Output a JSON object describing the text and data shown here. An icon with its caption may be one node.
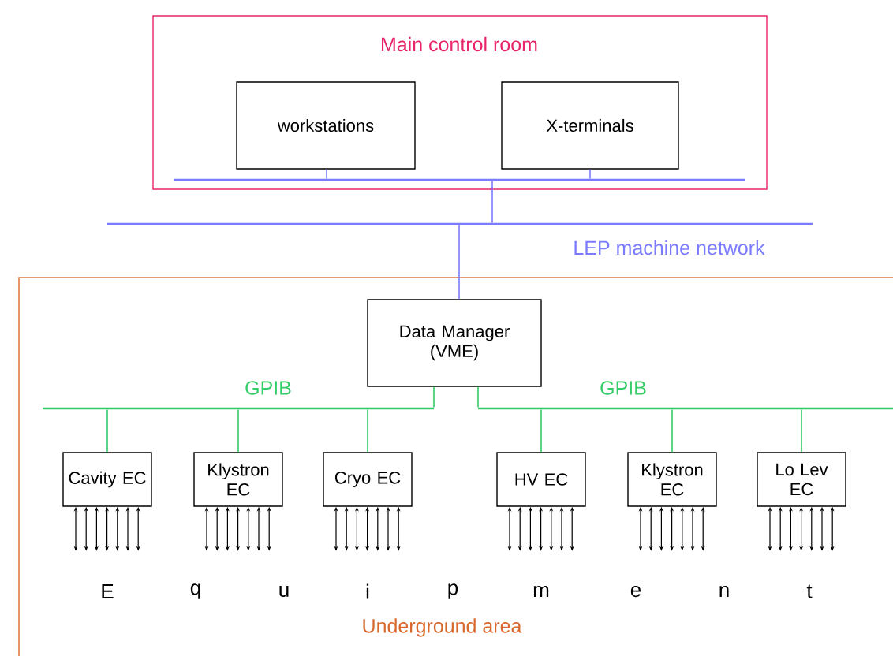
{
  "diagram": {
    "nodes": [
      {
        "text": [
          "Main control room"
        ]
      },
      {
        "text": [
          "workstations"
        ],
        "in": 0
      },
      {
        "text": [
          "X-terminals"
        ],
        "in": 0
      },
      {
        "text": [],
        "shape": "bar",
        "in": 0
      },
      {
        "text": [
          "LEP machine network"
        ]
      },
      {
        "text": [
          "Underground area"
        ]
      },
      {
        "text": [
          "Data Manager (VME)"
        ],
        "in": 5
      },
      {
        "text": [
          "GPIB"
        ],
        "in": 5
      },
      {
        "text": [
          "GPIB"
        ],
        "in": 5
      },
      {
        "text": [
          "Cavity EC"
        ],
        "in": 5
      },
      {
        "text": [
          "Klystron EC"
        ],
        "in": 5
      },
      {
        "text": [
          "Cryo EC"
        ],
        "in": 5
      },
      {
        "text": [
          "HV EC"
        ],
        "in": 5
      },
      {
        "text": [
          "Klystron EC"
        ],
        "in": 5
      },
      {
        "text": [
          "Lo Lev EC"
        ],
        "in": 5
      }
    ],
    "edges": [
      {
        "from": 1,
        "to": 3,
        "arrow": "none",
        "color": "#7b7bff"
      },
      {
        "from": 2,
        "to": 3,
        "arrow": "none",
        "color": "#7b7bff"
      },
      {
        "from": 3,
        "to": 4,
        "arrow": "none",
        "color": "#7b7bff"
      },
      {
        "from": 4,
        "to": 6,
        "arrow": "none",
        "color": "#7b7bff"
      },
      {
        "from": 6,
        "to": 7,
        "arrow": "none",
        "color": "#33cc66"
      },
      {
        "from": 6,
        "to": 8,
        "arrow": "none",
        "color": "#33cc66"
      },
      {
        "from": 7,
        "to": 9,
        "arrow": "none",
        "color": "#33cc66"
      },
      {
        "from": 7,
        "to": 10,
        "arrow": "none",
        "color": "#33cc66"
      },
      {
        "from": 7,
        "to": 11,
        "arrow": "none",
        "color": "#33cc66"
      },
      {
        "from": 8,
        "to": 12,
        "arrow": "none",
        "color": "#33cc66"
      },
      {
        "from": 8,
        "to": 13,
        "arrow": "none",
        "color": "#33cc66"
      },
      {
        "from": 8,
        "to": 14,
        "arrow": "none",
        "color": "#33cc66"
      },
      {
        "from": 9,
        "to": null,
        "arrow": "both"
      },
      {
        "from": 9,
        "to": null,
        "arrow": "both"
      },
      {
        "from": 9,
        "to": null,
        "arrow": "both"
      },
      {
        "from": 9,
        "to": null,
        "arrow": "both"
      },
      {
        "from": 9,
        "to": null,
        "arrow": "both"
      },
      {
        "from": 9,
        "to": null,
        "arrow": "both"
      },
      {
        "from": 9,
        "to": null,
        "arrow": "both"
      },
      {
        "from": 10,
        "to": null,
        "arrow": "both"
      },
      {
        "from": 10,
        "to": null,
        "arrow": "both"
      },
      {
        "from": 10,
        "to": null,
        "arrow": "both"
      },
      {
        "from": 10,
        "to": null,
        "arrow": "both"
      },
      {
        "from": 10,
        "to": null,
        "arrow": "both"
      },
      {
        "from": 10,
        "to": null,
        "arrow": "both"
      },
      {
        "from": 10,
        "to": null,
        "arrow": "both"
      },
      {
        "from": 11,
        "to": null,
        "arrow": "both"
      },
      {
        "from": 11,
        "to": null,
        "arrow": "both"
      },
      {
        "from": 11,
        "to": null,
        "arrow": "both"
      },
      {
        "from": 11,
        "to": null,
        "arrow": "both"
      },
      {
        "from": 11,
        "to": null,
        "arrow": "both"
      },
      {
        "from": 11,
        "to": null,
        "arrow": "both"
      },
      {
        "from": 11,
        "to": null,
        "arrow": "both"
      },
      {
        "from": 12,
        "to": null,
        "arrow": "both"
      },
      {
        "from": 12,
        "to": null,
        "arrow": "both"
      },
      {
        "from": 12,
        "to": null,
        "arrow": "both"
      },
      {
        "from": 12,
        "to": null,
        "arrow": "both"
      },
      {
        "from": 12,
        "to": null,
        "arrow": "both"
      },
      {
        "from": 12,
        "to": null,
        "arrow": "both"
      },
      {
        "from": 12,
        "to": null,
        "arrow": "both"
      },
      {
        "from": 13,
        "to": null,
        "arrow": "both"
      },
      {
        "from": 13,
        "to": null,
        "arrow": "both"
      },
      {
        "from": 13,
        "to": null,
        "arrow": "both"
      },
      {
        "from": 13,
        "to": null,
        "arrow": "both"
      },
      {
        "from": 13,
        "to": null,
        "arrow": "both"
      },
      {
        "from": 13,
        "to": null,
        "arrow": "both"
      },
      {
        "from": 13,
        "to": null,
        "arrow": "both"
      },
      {
        "from": 14,
        "to": null,
        "arrow": "both"
      },
      {
        "from": 14,
        "to": null,
        "arrow": "both"
      },
      {
        "from": 14,
        "to": null,
        "arrow": "both"
      },
      {
        "from": 14,
        "to": null,
        "arrow": "both"
      },
      {
        "from": 14,
        "to": null,
        "arrow": "both"
      },
      {
        "from": 14,
        "to": null,
        "arrow": "both"
      },
      {
        "from": 14,
        "to": null,
        "arrow": "both"
      }
    ],
    "labels": [
      "E",
      "q",
      "u",
      "i",
      "p",
      "m",
      "e",
      "n",
      "t"
    ]
  }
}
